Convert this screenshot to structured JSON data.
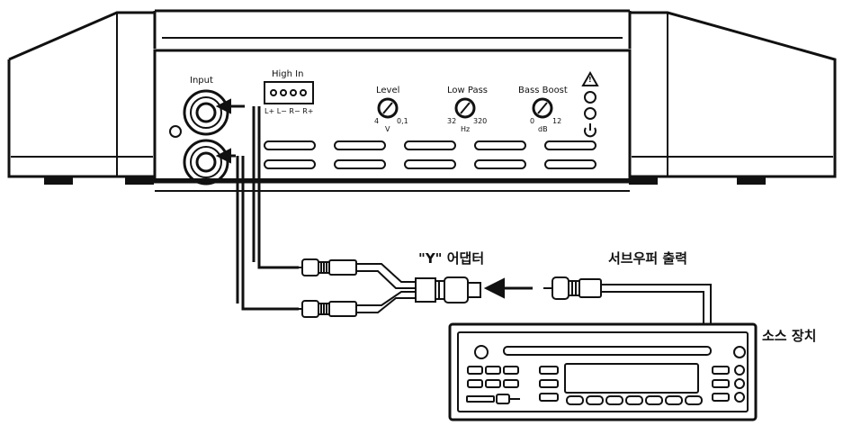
{
  "amplifier": {
    "input_label": "Input",
    "high_in_label": "High In",
    "high_in_pins": "L+ L− R− R+",
    "knobs": [
      {
        "label": "Level",
        "min": "4",
        "max": "0,1",
        "unit": "V"
      },
      {
        "label": "Low Pass",
        "min": "32",
        "max": "320",
        "unit": "Hz"
      },
      {
        "label": "Bass Boost",
        "min": "0",
        "max": "12",
        "unit": "dB"
      }
    ],
    "warning_symbol": "!",
    "power_symbol": "⏻"
  },
  "connection": {
    "y_adapter_label": "\"Y\" 어댑터",
    "subwoofer_output_label": "서브우퍼 출력",
    "source_unit_label": "소스 장치"
  }
}
